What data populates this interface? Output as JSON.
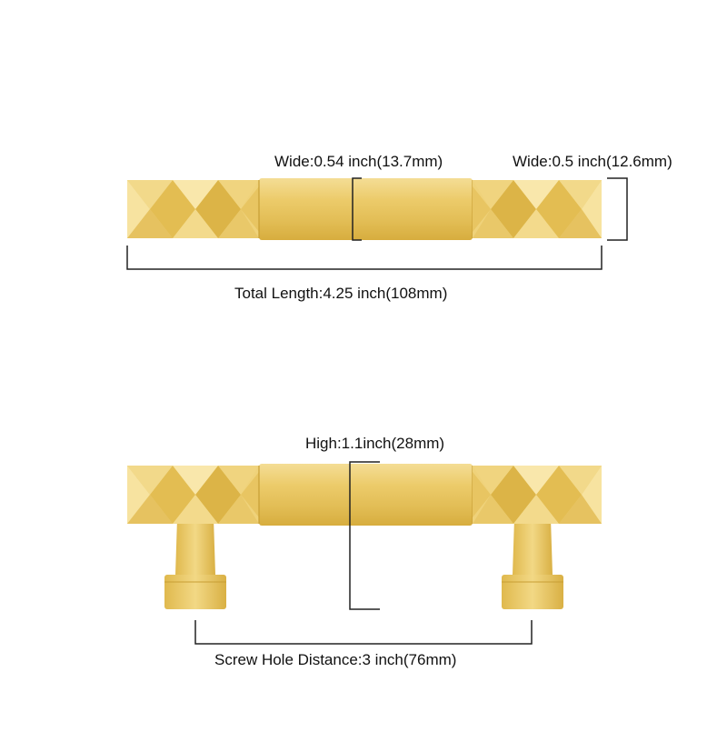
{
  "top_view": {
    "center_width_label": "Wide:0.54 inch(13.7mm)",
    "end_width_label": "Wide:0.5 inch(12.6mm)",
    "total_length_label": "Total Length:4.25 inch(108mm)"
  },
  "side_view": {
    "height_label": "High:1.1inch(28mm)",
    "screw_hole_label": "Screw Hole Distance:3 inch(76mm)"
  },
  "colors": {
    "gold_light": "#f5dc8c",
    "gold_mid": "#e8c45a",
    "gold_dark": "#c9a233",
    "dimension_line": "#222222"
  }
}
